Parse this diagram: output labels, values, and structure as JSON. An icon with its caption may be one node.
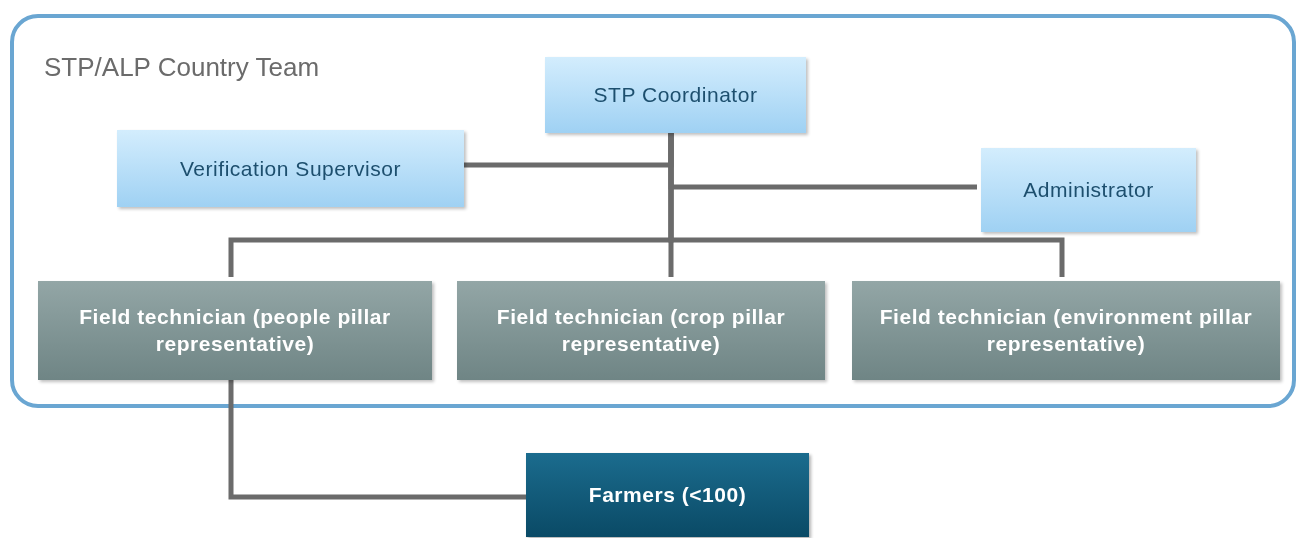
{
  "diagram": {
    "nodes": [
      {
        "text": [
          "STP/ALP Country Team"
        ]
      },
      {
        "text": [
          "STP Coordinator"
        ],
        "in": 0
      },
      {
        "text": [
          "Verification Supervisor"
        ],
        "in": 0
      },
      {
        "text": [
          "Administrator"
        ],
        "in": 0
      },
      {
        "text": [
          "Field technician (people pillar representative)"
        ],
        "in": 0
      },
      {
        "text": [
          "Field technician (crop pillar representative)"
        ],
        "in": 0
      },
      {
        "text": [
          "Field technician (environment pillar representative)"
        ],
        "in": 0
      },
      {
        "text": [
          "Farmers (<100)"
        ]
      }
    ],
    "edges": [
      {
        "from": 1,
        "to": 2,
        "arrow": "none"
      },
      {
        "from": 1,
        "to": 3,
        "arrow": "none"
      },
      {
        "from": 1,
        "to": 4,
        "arrow": "none"
      },
      {
        "from": 1,
        "to": 5,
        "arrow": "none"
      },
      {
        "from": 1,
        "to": 6,
        "arrow": "none"
      },
      {
        "from": 4,
        "to": 7,
        "arrow": "none"
      }
    ]
  }
}
